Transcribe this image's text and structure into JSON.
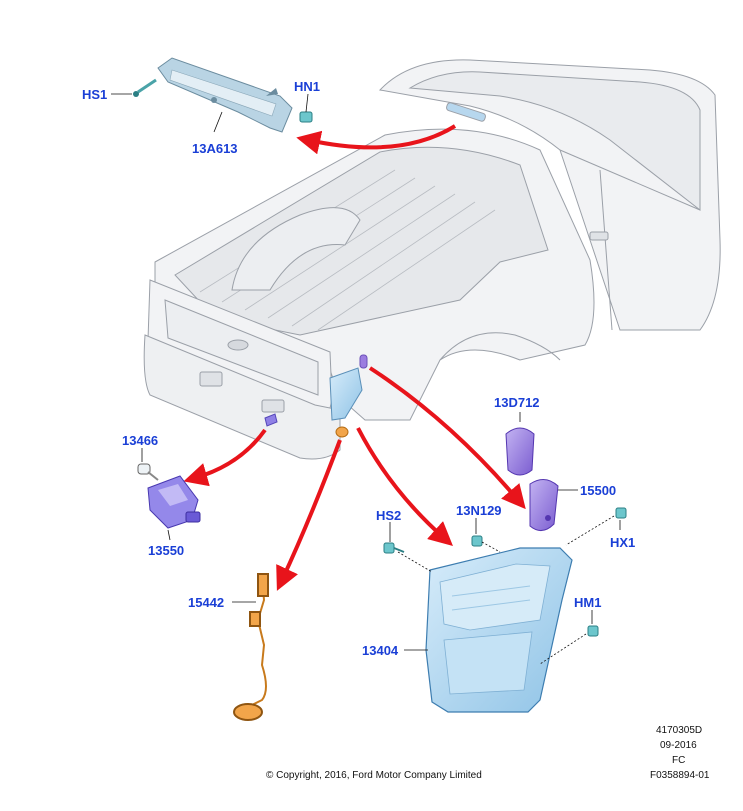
{
  "callouts": {
    "hs1": "HS1",
    "hn1": "HN1",
    "p13a613": "13A613",
    "p13466": "13466",
    "p13550": "13550",
    "p13d712": "13D712",
    "p15500": "15500",
    "hs2": "HS2",
    "p13n129": "13N129",
    "hx1": "HX1",
    "hm1": "HM1",
    "p15442": "15442",
    "p13404": "13404"
  },
  "footer": {
    "illustration_no": "4170305D",
    "date": "09-2016",
    "code": "FC",
    "figure_no": "F0358894-01",
    "copyright": "© Copyright, 2016, Ford Motor Company Limited"
  },
  "colors": {
    "callout_text": "#1a3fd6",
    "arrow": "#e8141b",
    "truck_fill": "#f2f3f5",
    "truck_line": "#9ba0a8",
    "lamp_blue": "#a9d2ee",
    "lamp_purple": "#8c6fd8",
    "harness_orange": "#c87a1c"
  }
}
